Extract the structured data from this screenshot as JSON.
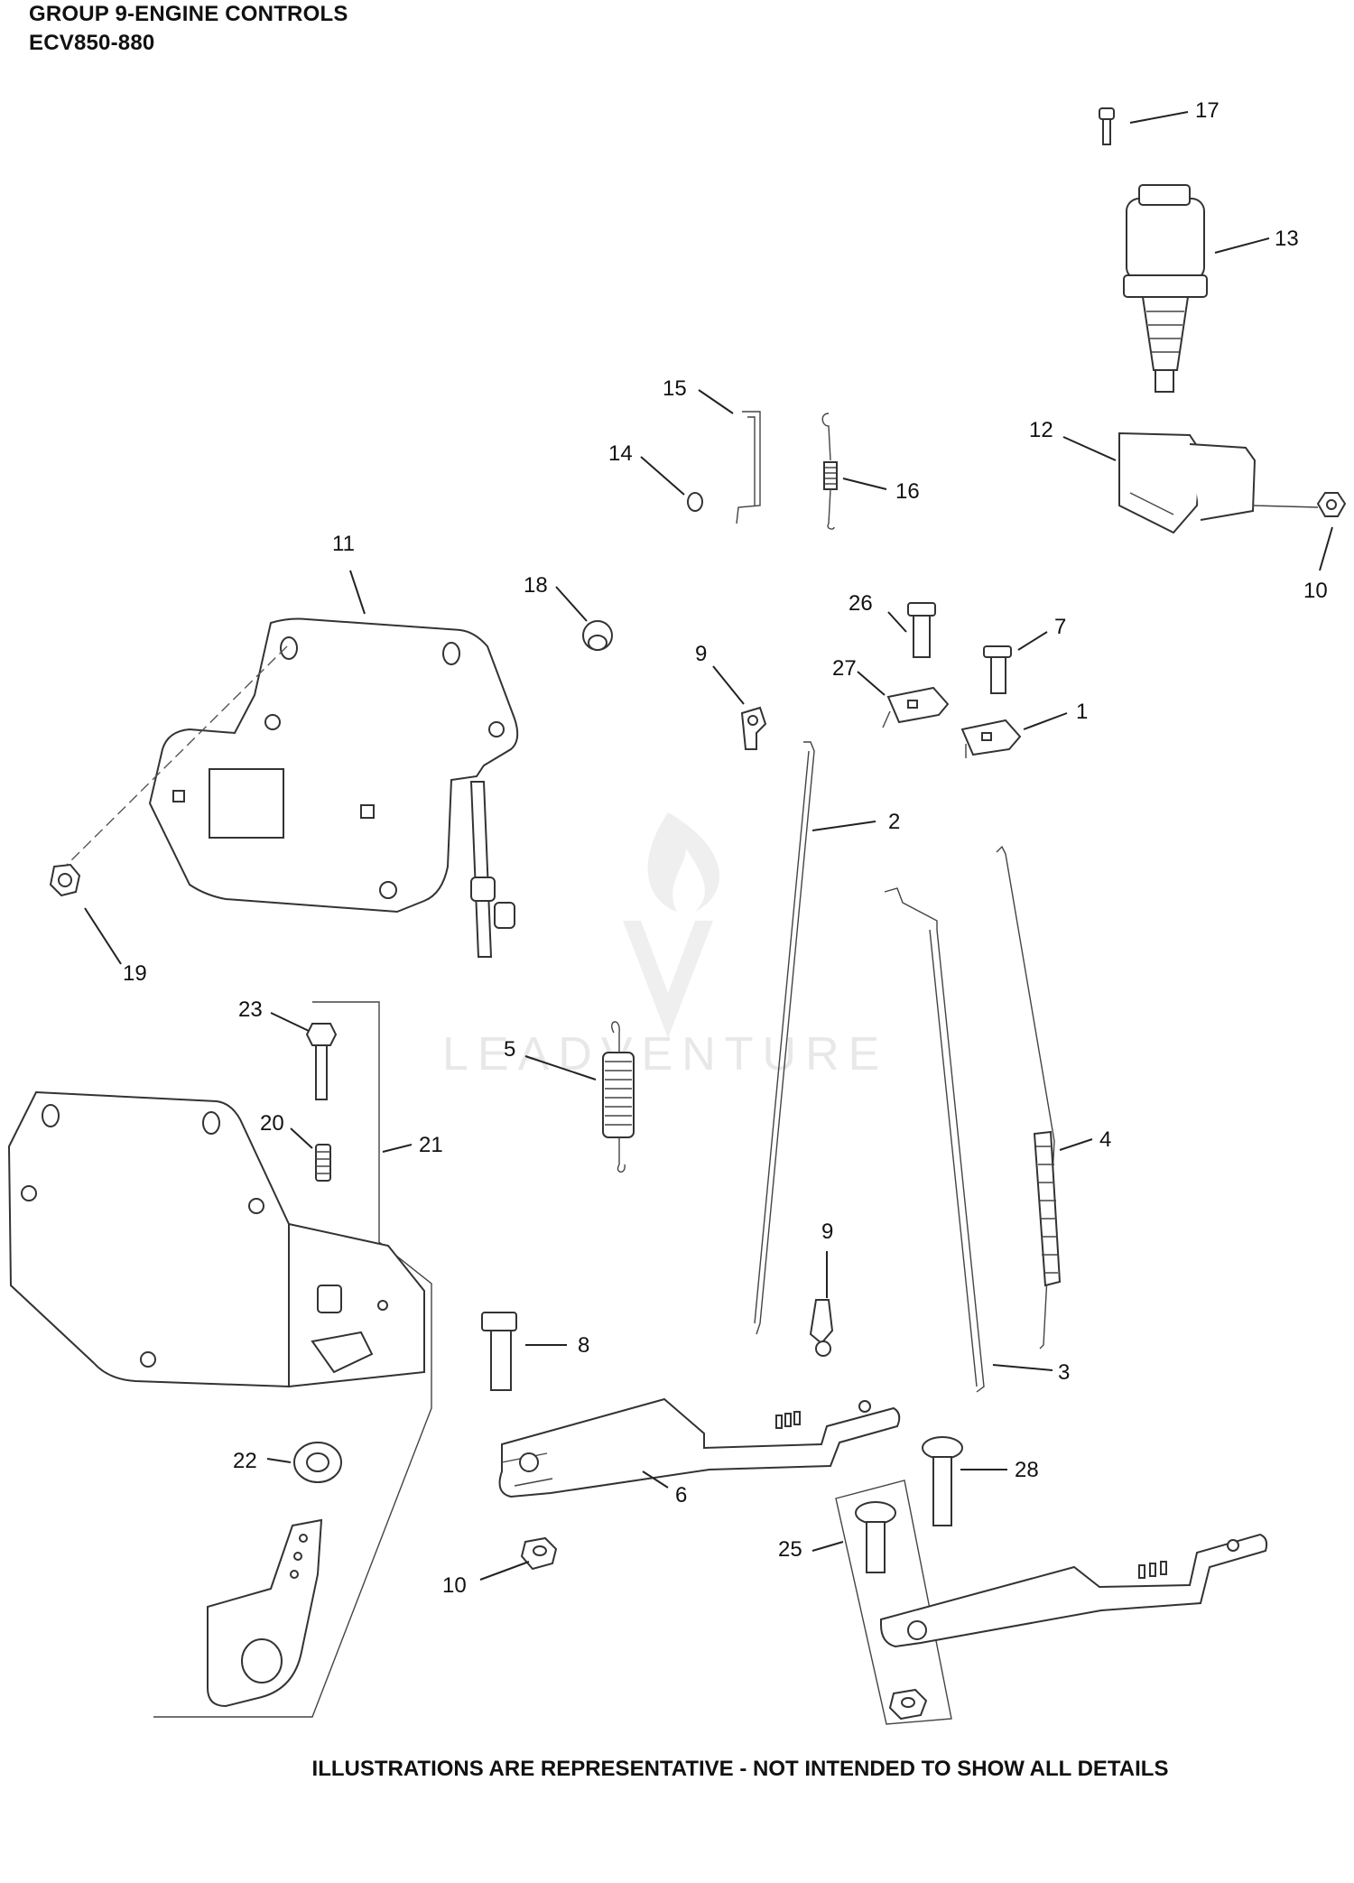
{
  "header": {
    "title_line1": "GROUP 9-ENGINE CONTROLS",
    "title_line2": "ECV850-880"
  },
  "watermark": {
    "text": "LEADVENTURE"
  },
  "footer": {
    "note": "ILLUSTRATIONS ARE REPRESENTATIVE - NOT INTENDED TO SHOW ALL DETAILS"
  },
  "callouts": [
    "17",
    "13",
    "15",
    "16",
    "14",
    "12",
    "10",
    "11",
    "18",
    "26",
    "7",
    "9",
    "27",
    "1",
    "2",
    "19",
    "23",
    "5",
    "4",
    "20",
    "21",
    "9",
    "8",
    "3",
    "22",
    "6",
    "28",
    "25",
    "10"
  ]
}
